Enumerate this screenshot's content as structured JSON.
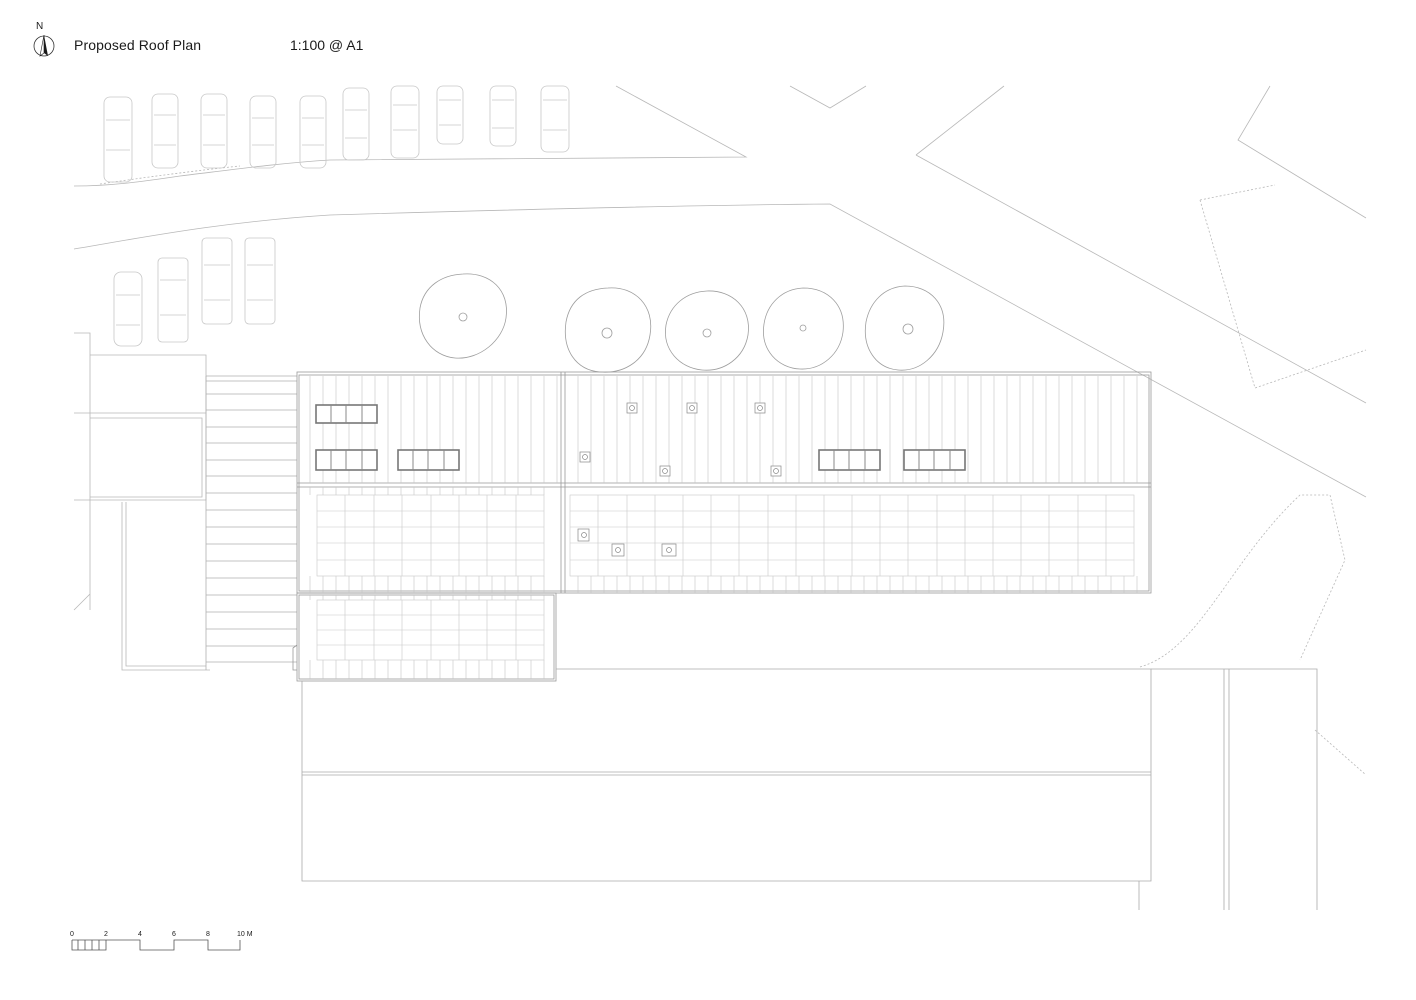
{
  "header": {
    "north_label": "N",
    "title": "Proposed Roof Plan",
    "scale": "1:100 @ A1"
  },
  "scalebar": {
    "ticks": [
      "0",
      "2",
      "4",
      "6",
      "8",
      "10 M"
    ]
  },
  "colors": {
    "line": "#b3b3b3",
    "dark_line": "#555555",
    "text": "#1a1a1a"
  }
}
